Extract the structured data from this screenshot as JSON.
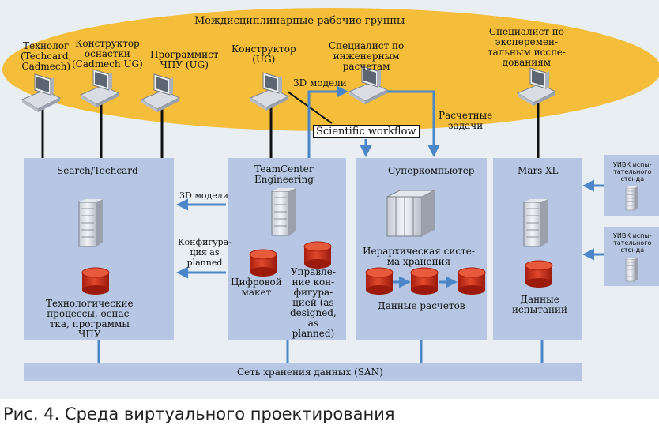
{
  "ellipse": {
    "title": "Междисциплинарные рабочие группы",
    "color": "#f4bd3a"
  },
  "workstations": [
    {
      "label": "Технолог\n(Techcard,\nCadmech)"
    },
    {
      "label": "Конструктор\nоснастки\n(Cadmech UG)"
    },
    {
      "label": "Программист\nЧПУ (UG)"
    },
    {
      "label": "Конструктор\n(UG)"
    },
    {
      "label": "Специалист по\nинженерным\nрасчетам"
    },
    {
      "label": "Специалист по\nэксперемен-\nтальным иссле-\nдованиям"
    }
  ],
  "flow_labels": {
    "models_3d_top": "3D модели",
    "scientific_workflow": "Scientific workflow",
    "calc_tasks": "Расчетные\nзадачи",
    "models_3d_left": "3D модели",
    "config_as_planned": "Конфигура-\nция as\nplanned"
  },
  "systems": {
    "search": {
      "title": "Search/Techcard",
      "desc": "Технологические\nпроцессы, оснас-\nтка, программы\nЧПУ"
    },
    "teamcenter": {
      "title": "TeamCenter\nEngineering",
      "db1": "Цифровой\nмакет",
      "db2": "Управле-\nние кон-\nфигура-\nцией (as\ndesigned,\nas\nplanned)"
    },
    "supercomputer": {
      "title": "Суперкомпьютер",
      "storage": "Иерархическая систе-\nма хранения",
      "data": "Данные расчетов"
    },
    "marsxl": {
      "title": "Mars-XL",
      "data": "Данные\nиспытаний"
    }
  },
  "stands": [
    {
      "label": "УИВК испы-\nтательного\nстенда"
    },
    {
      "label": "УИВК испы-\nтательного\nстенда"
    }
  ],
  "san": {
    "label": "Сеть хранения данных (SAN)"
  },
  "caption": "Рис. 4. Среда виртуального проектирования",
  "colors": {
    "box": "#b7c7e3",
    "arrow": "#4a86c8",
    "db": "#d22b14",
    "server": "#dfe3ea"
  }
}
